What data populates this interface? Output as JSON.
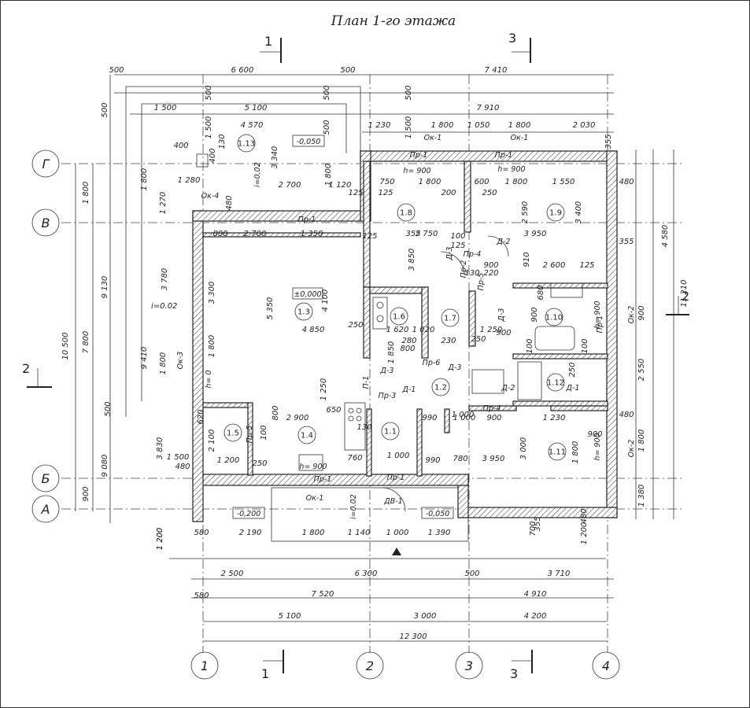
{
  "title": "План 1-го этажа",
  "axes": {
    "vertical": [
      "1",
      "2",
      "3",
      "4"
    ],
    "horizontal": [
      "Г",
      "В",
      "Б",
      "А"
    ]
  },
  "sections": [
    "1",
    "3",
    "2"
  ],
  "rooms": [
    "1.1",
    "1.2",
    "1.3",
    "1.4",
    "1.5",
    "1.6",
    "1.7",
    "1.8",
    "1.9",
    "1.10",
    "1.11",
    "1.12",
    "1.13"
  ],
  "levels": [
    "-0,050",
    "±0,000",
    "-0,200",
    "-0,050"
  ],
  "slopes": [
    "i=0,02",
    "i=0.02",
    "i=0.02"
  ],
  "dims_top": [
    "500",
    "6 600",
    "500",
    "7 410",
    "7 910",
    "1 500",
    "5 100",
    "500",
    "500",
    "500",
    "4 570",
    "1 500",
    "500",
    "1 230",
    "1 500",
    "1 800",
    "1 050",
    "1 800",
    "2 030",
    "355"
  ],
  "dims_bottom": [
    "580",
    "2 190",
    "1 800",
    "1 140",
    "1 000",
    "1 390",
    "2 500",
    "6 300",
    "500",
    "3 710",
    "580",
    "7 520",
    "4 910",
    "5 100",
    "3 000",
    "4 200",
    "12 300",
    "1 200",
    "700",
    "1 200",
    "355",
    "480"
  ],
  "dims_left": [
    "500",
    "1 800",
    "9 130",
    "10 500",
    "7 800",
    "900",
    "1 270",
    "1 800",
    "3 780",
    "9 410",
    "1 800",
    "3 830",
    "9 080",
    "1 200",
    "400",
    "400",
    "130",
    "1 280",
    "480",
    "3 300",
    "1 800",
    "2 100",
    "1 500",
    "480",
    "500"
  ],
  "dims_right": [
    "480",
    "4 580",
    "11 210",
    "2 550",
    "1 800",
    "1 380",
    "480",
    "355",
    "900"
  ],
  "dims_inner": [
    "2 700",
    "3 340",
    "1 800",
    "1 120",
    "750",
    "1 800",
    "200",
    "600",
    "250",
    "1 800",
    "1 550",
    "2 590",
    "3 400",
    "125",
    "2 750",
    "3 850",
    "3 950",
    "2 600",
    "125",
    "800",
    "2 700",
    "1 350",
    "5 350",
    "4 100",
    "4 850",
    "250",
    "1 620",
    "1 850",
    "1 020",
    "280",
    "800",
    "230",
    "250",
    "1 250",
    "900",
    "1 250",
    "2 900",
    "650",
    "990",
    "1 000",
    "1 230",
    "1 000",
    "900",
    "1 200",
    "3 950",
    "3 000",
    "1 800",
    "900",
    "1 000",
    "990",
    "760",
    "780",
    "130",
    "900",
    "220",
    "130",
    "910",
    "100",
    "680",
    "900",
    "250",
    "100",
    "125",
    "125",
    "355",
    "125",
    "100",
    "620",
    "800",
    "100",
    "250"
  ],
  "openings": [
    "Ок-1",
    "Ок-1",
    "Ок-1",
    "Ок-2",
    "Ок-2",
    "Ок-3",
    "Ок-4",
    "Пр-1",
    "Пр-1",
    "Пр-1",
    "Пр-1",
    "Пр-1",
    "Пр-1",
    "Пр-2",
    "Пр-3",
    "Пр-4",
    "Пр-4",
    "Пр-5",
    "Пр-5",
    "Пр-6",
    "Д-1",
    "Д-2",
    "Д-3",
    "Д-3",
    "Д-3",
    "Д-2",
    "Д-3",
    "Д-1",
    "ДВ-1",
    "П-1",
    "h= 900",
    "h= 900",
    "h= 900",
    "h= 900",
    "h= 900",
    "h= 0"
  ]
}
